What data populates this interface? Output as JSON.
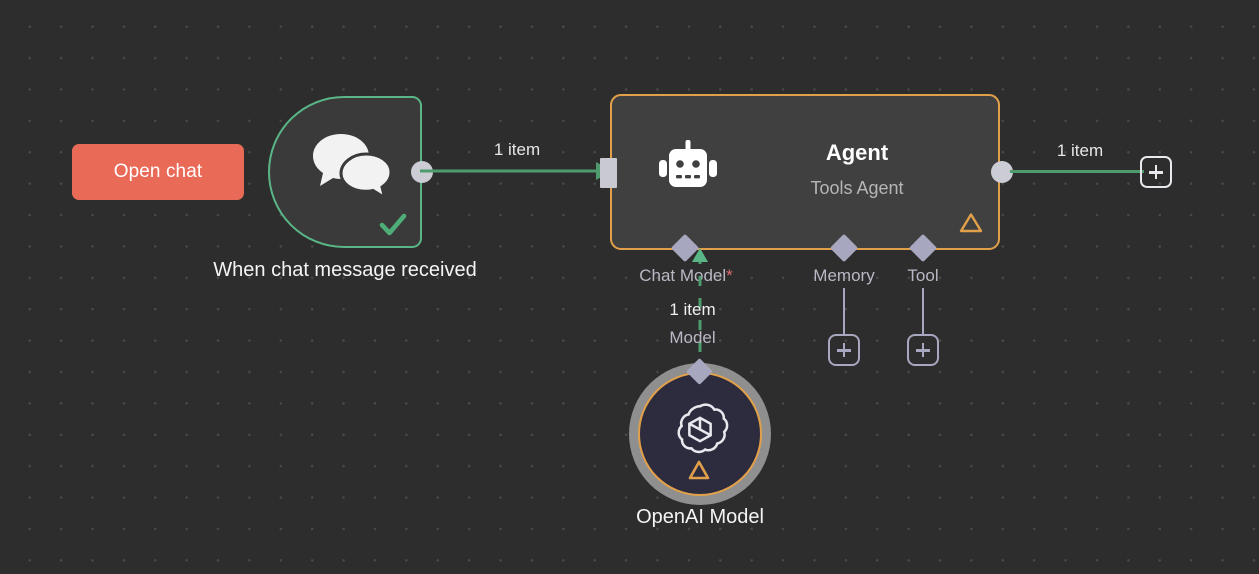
{
  "canvas": {
    "background_color": "#2d2d2d",
    "grid_dot_color": "#4a4a4a"
  },
  "open_chat_button": {
    "label": "Open chat",
    "color": "#ea6a58",
    "icon": "none"
  },
  "trigger_node": {
    "title": "When chat message received",
    "icon": "chat-bubbles-icon",
    "status_icon": "check-icon",
    "border_color": "#5ab687",
    "body_color": "#3a3a3a",
    "output_port_color": "#ccccd4"
  },
  "main_connection": {
    "label": "1 item",
    "color": "#4e9c6d",
    "arrow": "arrow-right-icon"
  },
  "agent_node": {
    "title": "Agent",
    "subtitle": "Tools Agent",
    "icon": "robot-icon",
    "warning_icon": "warning-triangle-icon",
    "border_color": "#e2a04a",
    "body_color": "#404040",
    "input_port_color": "#c9c9d2",
    "output_port_color": "#ccccd4",
    "ports": [
      {
        "name": "chat-model",
        "label": "Chat Model",
        "required_marker": "*",
        "required_color": "#e06a74"
      },
      {
        "name": "memory",
        "label": "Memory",
        "required_marker": "",
        "required_color": "#e06a74"
      },
      {
        "name": "tool",
        "label": "Tool",
        "required_marker": "",
        "required_color": "#e06a74"
      }
    ]
  },
  "output_connection": {
    "label": "1 item",
    "color": "#4e9c6d",
    "plus_label": "+",
    "plus_icon": "plus-icon"
  },
  "chat_model_connection": {
    "items_label": "1 item",
    "sub_label": "Model",
    "color": "#4e9c6d"
  },
  "memory_add": {
    "plus_label": "+",
    "plus_icon": "plus-icon"
  },
  "tool_add": {
    "plus_label": "+",
    "plus_icon": "plus-icon"
  },
  "openai_node": {
    "title": "OpenAI Model",
    "icon": "openai-logo-icon",
    "warning_icon": "warning-triangle-icon",
    "ring_color": "#8f8f8f",
    "border_color": "#e2a04a",
    "body_color": "#2c2c3e"
  }
}
